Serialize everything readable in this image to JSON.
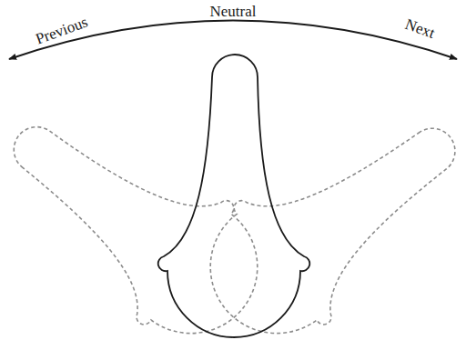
{
  "diagram": {
    "labels": [
      "Previous",
      "Neutral",
      "Next"
    ]
  }
}
